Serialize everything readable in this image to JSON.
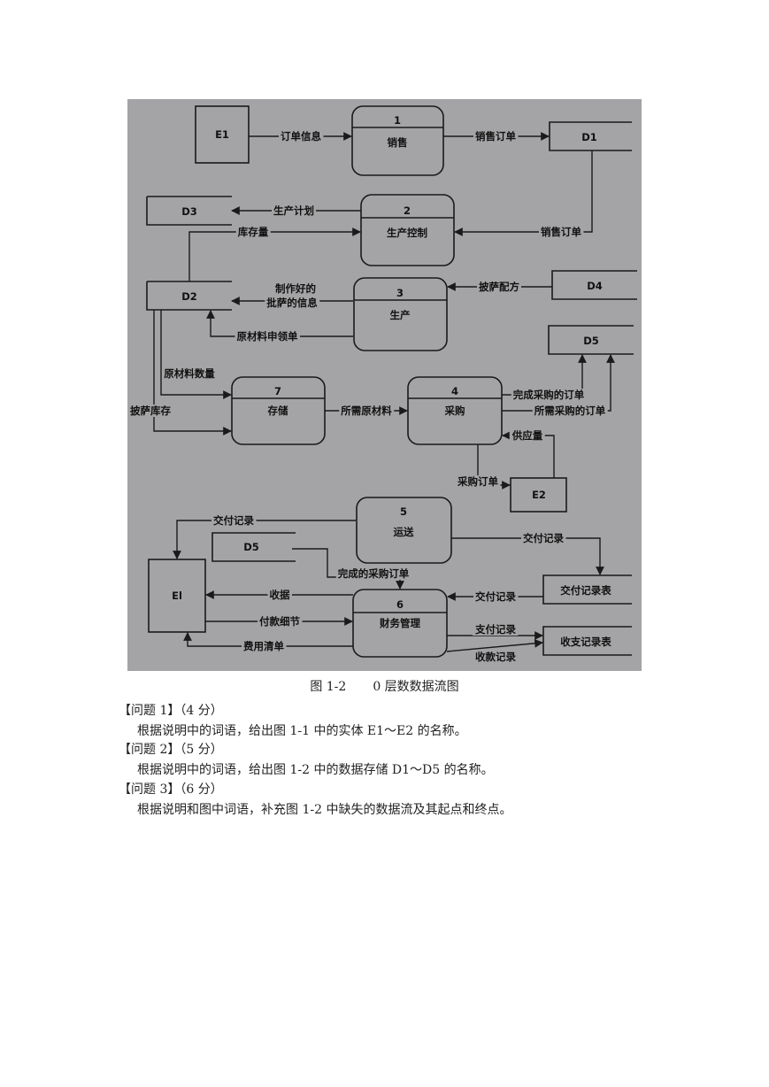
{
  "diagram": {
    "background": "#a4a4a6",
    "entities": {
      "e1_top": "E1",
      "e1_bottom": "El",
      "e2": "E2"
    },
    "processes": {
      "p1": {
        "num": "1",
        "name": "销售"
      },
      "p2": {
        "num": "2",
        "name": "生产控制"
      },
      "p3": {
        "num": "3",
        "name": "生产"
      },
      "p4": {
        "num": "4",
        "name": "采购"
      },
      "p5": {
        "num": "5",
        "name": "运送"
      },
      "p6": {
        "num": "6",
        "name": "财务管理"
      },
      "p7": {
        "num": "7",
        "name": "存储"
      }
    },
    "stores": {
      "d1": "D1",
      "d2": "D2",
      "d3": "D3",
      "d4": "D4",
      "d5_top": "D5",
      "d5_bottom": "D5",
      "delivery": "交付记录表",
      "ledger": "收支记录表"
    },
    "flows": {
      "order_info": "订单信息",
      "sales_order_1": "销售订单",
      "sales_order_2": "销售订单",
      "production_plan": "生产计划",
      "inventory": "库存量",
      "pizza_recipe": "披萨配方",
      "finished_pizza_1": "制作好的",
      "finished_pizza_2": "批萨的信息",
      "raw_request": "原材料申领单",
      "raw_quantity": "原材料数量",
      "pizza_stock": "披萨库存",
      "needed_raw": "所需原材料",
      "completed_po": "完成采购的订单",
      "needed_po": "所需采购的订单",
      "supply": "供应量",
      "purchase_order": "采购订单",
      "delivery_record_1": "交付记录",
      "delivery_record_2": "交付记录",
      "delivery_record_3": "交付记录",
      "completed_po_2": "完成的采购订单",
      "receipt": "收据",
      "payment_detail": "付款细节",
      "expense_list": "费用清单",
      "payment_record": "支付记录",
      "collection_record": "收款记录"
    }
  },
  "caption": {
    "figure_num": "图 1-2",
    "figure_title": "0 层数数据流图"
  },
  "questions": [
    {
      "title": "【问题 1】（4 分）",
      "body": "根据说明中的词语，给出图 1-1 中的实体 E1～E2 的名称。"
    },
    {
      "title": "【问题 2】（5 分）",
      "body": "根据说明中的词语，给出图 1-2 中的数据存储 D1～D5 的名称。"
    },
    {
      "title": "【问题 3】（6 分）",
      "body": "根据说明和图中词语，补充图 1-2 中缺失的数据流及其起点和终点。"
    }
  ]
}
